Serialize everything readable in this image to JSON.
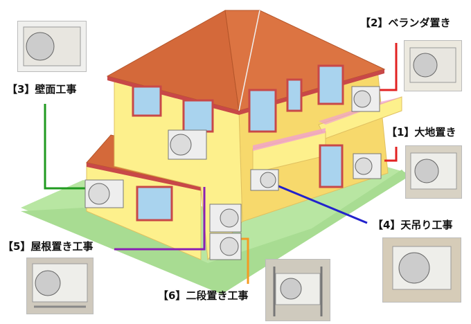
{
  "labels": {
    "l1": "【1】大地置き",
    "l2": "【2】ベランダ置き",
    "l3": "【3】壁面工事",
    "l4": "【4】天吊り工事",
    "l5": "【5】屋根置き工事",
    "l6": "【6】二段置き工事"
  },
  "colors": {
    "roof": "#d4693a",
    "wall": "#fdf08c",
    "wall_side": "#f7d96c",
    "ground": "#b8e6a2",
    "window_frame": "#c84848",
    "window_glass": "#a9d3ee",
    "line_1": "#e22222",
    "line_2": "#e22222",
    "line_3": "#1f9a1f",
    "line_4": "#2222cc",
    "line_5": "#8a1fb4",
    "line_6": "#f59a22"
  },
  "icons": [
    "ac-outdoor-unit-icon"
  ]
}
